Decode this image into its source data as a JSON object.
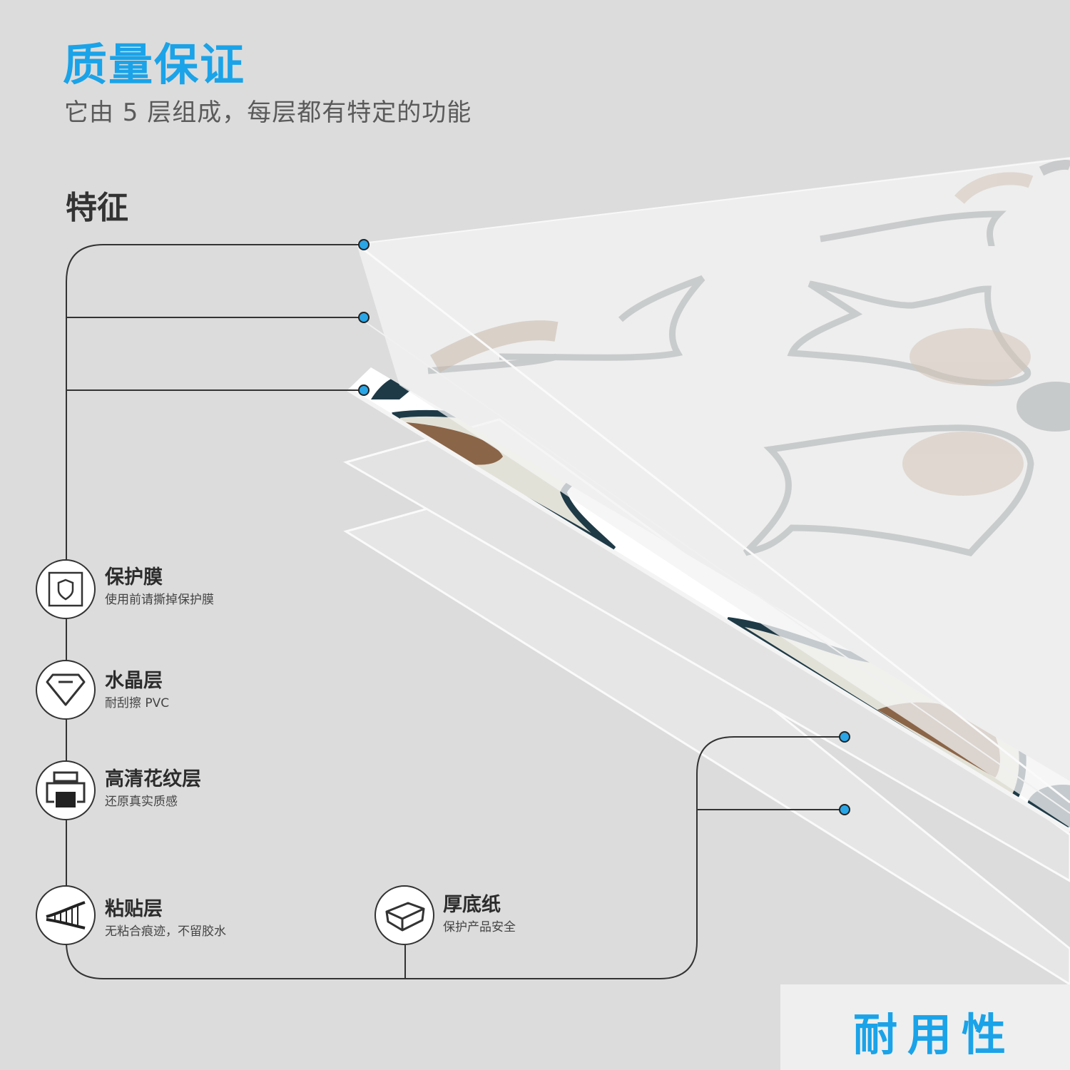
{
  "header": {
    "title": "质量保证",
    "subtitle": "它由 5 层组成，每层都有特定的功能"
  },
  "features_heading": "特征",
  "features": [
    {
      "name": "保护膜",
      "desc": "使用前请撕掉保护膜",
      "icon": "shield-icon"
    },
    {
      "name": "水晶层",
      "desc": "耐刮擦 PVC",
      "icon": "crystal-icon"
    },
    {
      "name": "高清花纹层",
      "desc": "还原真实质感",
      "icon": "printer-icon"
    },
    {
      "name": "粘贴层",
      "desc": "无粘合痕迹，不留胶水",
      "icon": "adhesive-icon"
    },
    {
      "name": "厚底纸",
      "desc": "保护产品安全",
      "icon": "backing-paper-icon"
    }
  ],
  "badge": {
    "label": "耐用性"
  },
  "colors": {
    "accent": "#1aa3e8",
    "dot": "#2aa6e6",
    "line": "#333333",
    "background": "#dcdcdc",
    "pattern_dark": "#1e3a47",
    "pattern_brown": "#8b6548",
    "pattern_cream": "#e2e1d7"
  }
}
